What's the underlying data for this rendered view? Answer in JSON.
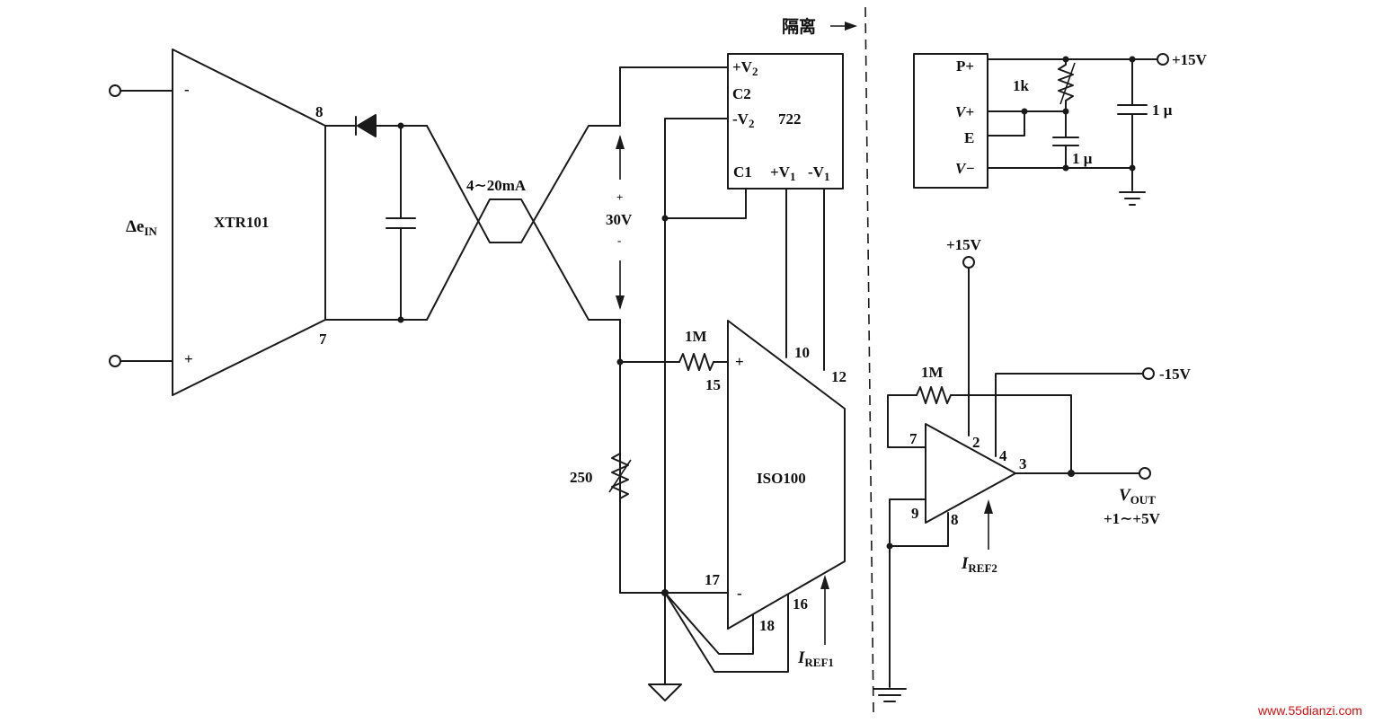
{
  "diagram": {
    "xtr": {
      "name": "XTR101",
      "pin_top": "8",
      "pin_bottom": "7",
      "minus": "-",
      "plus": "+",
      "input": "Δe",
      "input_sub": "IN"
    },
    "loop": {
      "current": "4∼20mA",
      "voltage": "30V",
      "plus": "+",
      "minus": "-"
    },
    "converter": {
      "v2p": "+V",
      "v2p_sub": "2",
      "c2": "C2",
      "v2m": "-V",
      "v2m_sub": "2",
      "name": "722",
      "c1": "C1",
      "v1p": "+V",
      "v1p_sub": "1",
      "v1m": "-V",
      "v1m_sub": "1"
    },
    "iso": {
      "name": "ISO100",
      "r_in": "1M",
      "r_load": "250",
      "pin15": "15",
      "pin10": "10",
      "pin12": "12",
      "pin17": "17",
      "pin18": "18",
      "pin16": "16",
      "plus": "+",
      "minus": "-",
      "iref": "I",
      "iref_sub": "REF1"
    },
    "isolation": {
      "label": "隔离"
    },
    "supply": {
      "pp": "P+",
      "vp": "V+",
      "e": "E",
      "vm": "V−",
      "r": "1k",
      "c1": "1 μ",
      "c2": "1 μ",
      "vout": "+15V"
    },
    "output": {
      "vcc": "+15V",
      "vee": "-15V",
      "rf": "1M",
      "pin7": "7",
      "pin2": "2",
      "pin4": "4",
      "pin3": "3",
      "pin9": "9",
      "pin8": "8",
      "iref": "I",
      "iref_sub": "REF2",
      "vout": "V",
      "vout_sub": "OUT",
      "range": "+1∼+5V"
    },
    "watermark": "www.55dianzi.com"
  }
}
